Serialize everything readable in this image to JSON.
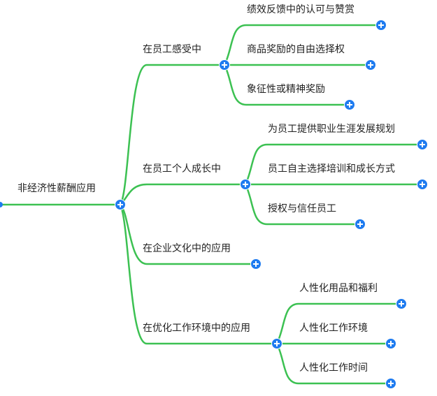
{
  "mindmap": {
    "root": {
      "label": "非经济性薪酬应用"
    },
    "branches": [
      {
        "label": "在员工感受中",
        "children": [
          {
            "label": "绩效反馈中的认可与赞赏"
          },
          {
            "label": "商品奖励的自由选择权"
          },
          {
            "label": "象征性或精神奖励"
          }
        ]
      },
      {
        "label": "在员工个人成长中",
        "children": [
          {
            "label": "为员工提供职业生涯发展规划"
          },
          {
            "label": "员工自主选择培训和成长方式"
          },
          {
            "label": "授权与信任员工"
          }
        ]
      },
      {
        "label": "在企业文化中的应用",
        "children": []
      },
      {
        "label": "在优化工作环境中的应用",
        "children": [
          {
            "label": "人性化用品和福利"
          },
          {
            "label": "人性化工作环境"
          },
          {
            "label": "人性化工作时间"
          }
        ]
      }
    ]
  },
  "colors": {
    "edge": "#3cc152",
    "button": "#1e7bf0",
    "text": "#222222"
  },
  "icons": {
    "expand": "plus-circle-icon",
    "collapse": "plus-circle-icon"
  }
}
